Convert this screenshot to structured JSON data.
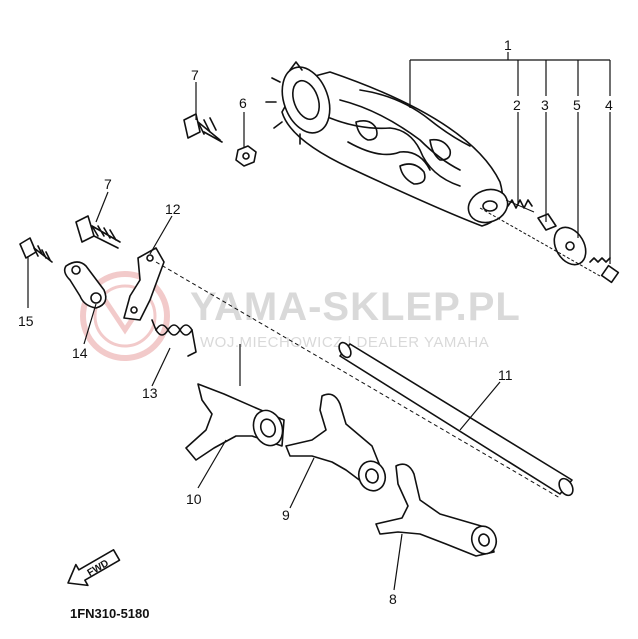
{
  "watermark": {
    "brand": "YAMA-SKLEP.PL",
    "tagline": "WOJ.MIECHOWICZ | DEALER YAMAHA",
    "logo_color": "#e8a0a0",
    "text_color": "#d9d9d9"
  },
  "parts": {
    "p1": "1",
    "p2": "2",
    "p3": "3",
    "p4": "4",
    "p5": "5",
    "p6": "6",
    "p7a": "7",
    "p7b": "7",
    "p8": "8",
    "p9": "9",
    "p10": "10",
    "p11": "11",
    "p12": "12",
    "p13": "13",
    "p14": "14",
    "p15": "15"
  },
  "fwd_arrow_label": "FWD",
  "diagram_code": "1FN310-5180"
}
